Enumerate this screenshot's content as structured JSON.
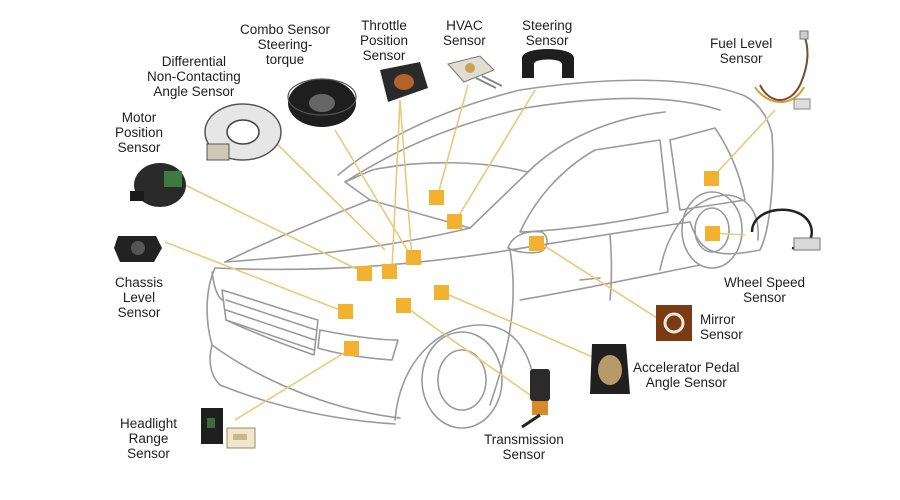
{
  "colors": {
    "marker": "#F2B230",
    "leader": "#EDC77A",
    "outline": "#9a9a9a",
    "text": "#1e1e1e"
  },
  "labels": {
    "differential": [
      "Differential",
      "Non-Contacting",
      "Angle Sensor"
    ],
    "combo": [
      "Combo Sensor",
      "Steering-",
      "torque"
    ],
    "throttle": [
      "Throttle",
      "Position",
      "Sensor"
    ],
    "hvac": [
      "HVAC",
      "Sensor"
    ],
    "steering": [
      "Steering",
      "Sensor"
    ],
    "fuel": [
      "Fuel Level",
      "Sensor"
    ],
    "motor": [
      "Motor",
      "Position",
      "Sensor"
    ],
    "chassis": [
      "Chassis",
      "Level",
      "Sensor"
    ],
    "wheel": [
      "Wheel Speed",
      "Sensor"
    ],
    "mirror": [
      "Mirror",
      "Sensor"
    ],
    "accelerator": [
      "Accelerator Pedal",
      "Angle Sensor"
    ],
    "headlight": [
      "Headlight",
      "Range",
      "Sensor"
    ],
    "transmission": [
      "Transmission",
      "Sensor"
    ]
  },
  "icons": {
    "differential": "differential-angle-sensor-icon",
    "combo": "combo-steering-torque-sensor-icon",
    "throttle": "throttle-position-sensor-icon",
    "hvac": "hvac-sensor-icon",
    "steering": "steering-sensor-icon",
    "fuel": "fuel-level-sensor-icon",
    "motor": "motor-position-sensor-icon",
    "chassis": "chassis-level-sensor-icon",
    "wheel": "wheel-speed-sensor-icon",
    "mirror": "mirror-sensor-icon",
    "accelerator": "accelerator-pedal-sensor-icon",
    "headlight": "headlight-range-sensor-icon",
    "transmission": "transmission-sensor-icon"
  }
}
